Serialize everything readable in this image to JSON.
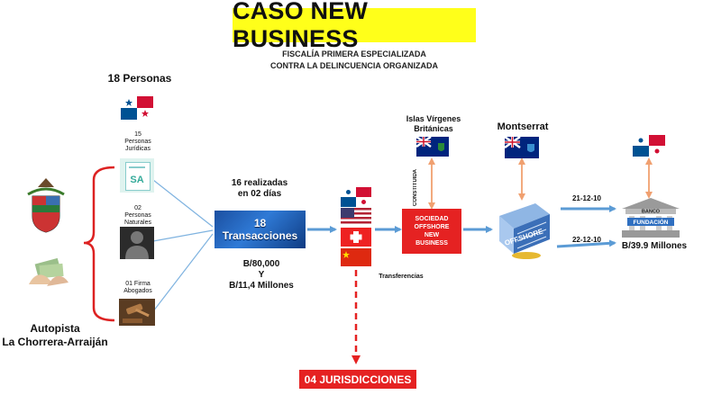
{
  "title": "CASO NEW BUSINESS",
  "subtitle": [
    "FISCALÍA PRIMERA ESPECIALIZADA",
    "CONTRA LA DELINCUENCIA ORGANIZADA"
  ],
  "left": {
    "personas_count": "18 Personas",
    "group1": [
      "15",
      "Personas",
      "Jurídicas"
    ],
    "sa_label": "SA",
    "group2": [
      "02",
      "Personas",
      "Naturales"
    ],
    "group3": [
      "01 Firma",
      "Abogados"
    ],
    "autopista": [
      "Autopista",
      "La Chorrera-Arraiján"
    ]
  },
  "transactions": {
    "note": [
      "16 realizadas",
      "en 02 días"
    ],
    "box": [
      "18",
      "Transacciones"
    ],
    "amounts": [
      "B/80,000",
      "Y",
      "B/11,4 Millones"
    ]
  },
  "transferencias": "Transferencias",
  "jurisdicciones": "04 JURISDICCIONES",
  "bvi": [
    "Islas Vírgenes",
    "Británicas"
  ],
  "constituida": "CONSTITUIDA",
  "sociedad": [
    "SOCIEDAD",
    "OFFSHORE",
    "NEW",
    "BUSINESS"
  ],
  "montserrat": "Montserrat",
  "offshore_label": "OFFSHORE",
  "dates": {
    "upper": "21-12-10",
    "lower": "22-12-10"
  },
  "banco": {
    "top": "BANCO",
    "bottom": "FUNDACIÓN"
  },
  "final_amount": "B/39.9 Millones",
  "colors": {
    "title_bg": "#ffff1a",
    "red": "#e52222",
    "arrow_blue": "#5b9bd5",
    "bracket_red": "#d22"
  },
  "icons": [
    "panama-flag-icon",
    "sa-document-icon",
    "person-silhouette-icon",
    "gavel-icon",
    "money-hands-icon",
    "panama-coat-of-arms-icon",
    "usa-flag-icon",
    "swiss-flag-icon",
    "china-flag-icon",
    "bvi-flag-icon",
    "montserrat-flag-icon",
    "offshore-building-icon",
    "bank-building-icon"
  ]
}
